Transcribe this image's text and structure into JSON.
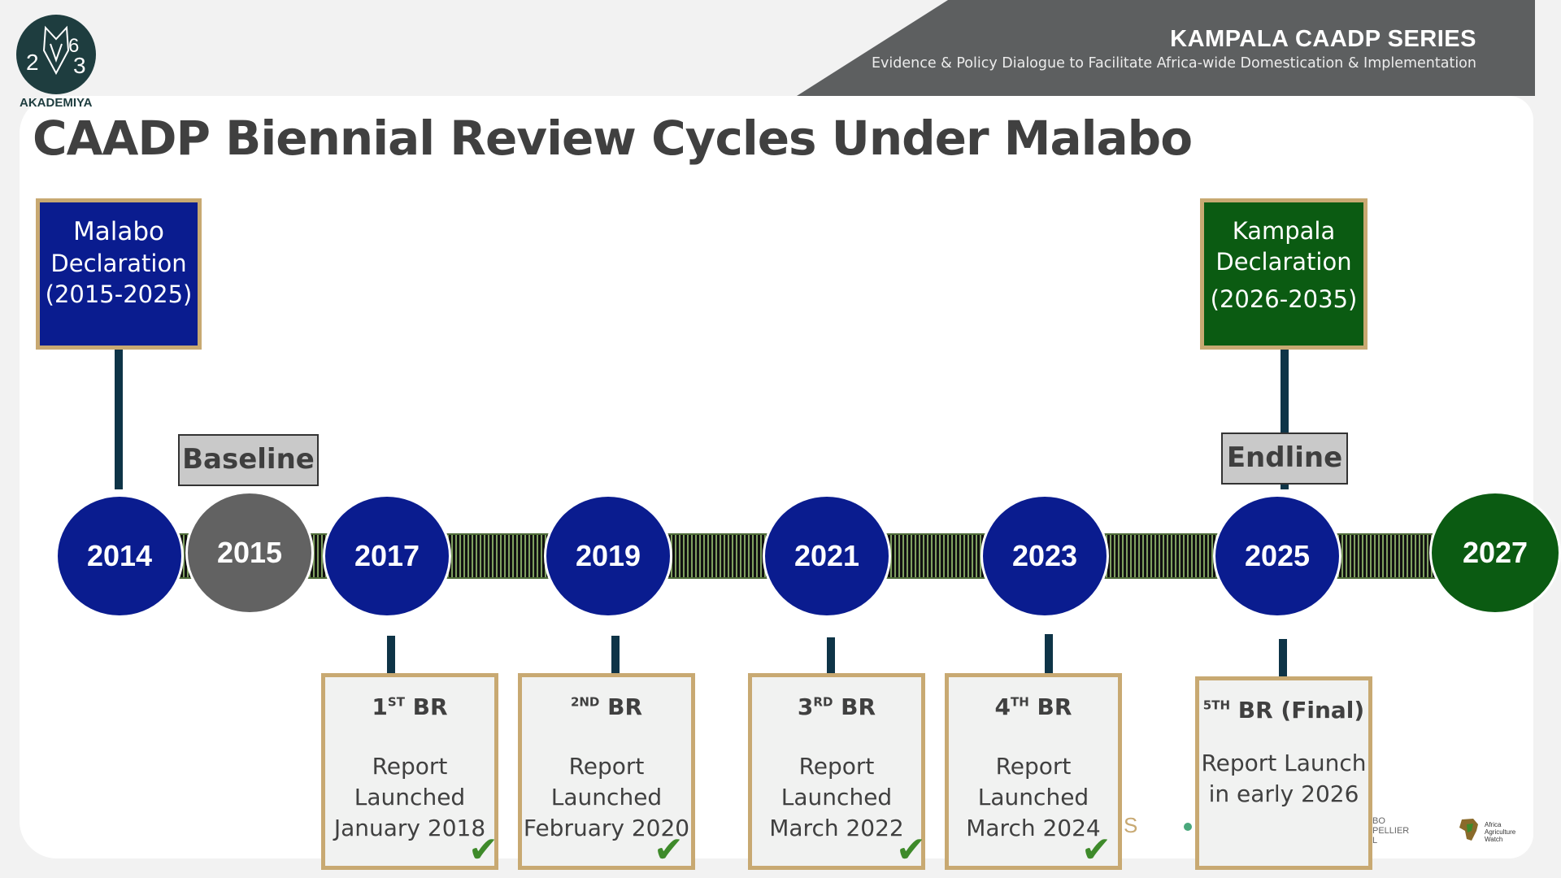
{
  "header": {
    "series_title": "KAMPALA CAADP SERIES",
    "series_subtitle": "Evidence & Policy Dialogue to Facilitate Africa-wide Domestication & Implementation",
    "logo_text": "AKADEMIYA",
    "logo_mark": "2063"
  },
  "slide_title": "CAADP Biennial Review Cycles Under Malabo",
  "declarations": {
    "malabo": {
      "line1": "Malabo",
      "line2": "Declaration",
      "line3": "(2015-2025)",
      "color": "#0a1c8f"
    },
    "kampala": {
      "line1": "Kampala",
      "line2": "Declaration",
      "line3": "(2026-2035)",
      "color": "#0b5b12"
    }
  },
  "labels": {
    "baseline": "Baseline",
    "endline": "Endline"
  },
  "timeline": {
    "years": [
      "2014",
      "2015",
      "2017",
      "2019",
      "2021",
      "2023",
      "2025",
      "2027"
    ],
    "colors": {
      "blue": "#0a1c8f",
      "grey": "#626262",
      "green": "#0b5b12"
    }
  },
  "reports": [
    {
      "num": "1",
      "sup": "ST",
      "suffix": " BR",
      "line1": "Report",
      "line2": "Launched",
      "line3": "January 2018",
      "done": true
    },
    {
      "num": "",
      "sup": "2ND",
      "suffix": " BR",
      "line1": "Report",
      "line2": "Launched",
      "line3": "February 2020",
      "done": true
    },
    {
      "num": "3",
      "sup": "RD",
      "suffix": " BR",
      "line1": "Report",
      "line2": "Launched",
      "line3": "March 2022",
      "done": true
    },
    {
      "num": "4",
      "sup": "TH",
      "suffix": " BR",
      "line1": "Report",
      "line2": "Launched",
      "line3": "March 2024",
      "done": true
    },
    {
      "num": "",
      "sup": "5TH",
      "suffix": " BR (Final)",
      "line1": "Report Launch",
      "line2": "in early 2026",
      "line3": "",
      "done": false
    }
  ],
  "check_symbol": "✔",
  "partners": {
    "p1": "S",
    "p2": "BO\nPELLIER\nL",
    "p3": "Africa Agriculture Watch"
  }
}
